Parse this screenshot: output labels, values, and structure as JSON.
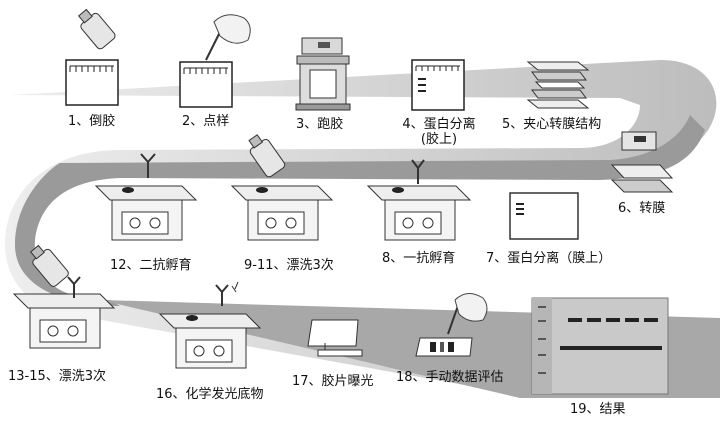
{
  "steps": [
    {
      "label": "1、倒胶"
    },
    {
      "label": "2、点样"
    },
    {
      "label": "3、跑胶"
    },
    {
      "label": "4、蛋白分离",
      "sub": "(胶上)"
    },
    {
      "label": "5、夹心转膜结构"
    },
    {
      "label": "6、转膜"
    },
    {
      "label": "7、蛋白分离（膜上）"
    },
    {
      "label": "8、一抗孵育"
    },
    {
      "label": "9-11、漂洗3次"
    },
    {
      "label": "12、二抗孵育"
    },
    {
      "label": "13-15、漂洗3次"
    },
    {
      "label": "16、化学发光底物"
    },
    {
      "label": "17、胶片曝光"
    },
    {
      "label": "18、手动数据评估"
    },
    {
      "label": "19、结果"
    }
  ]
}
